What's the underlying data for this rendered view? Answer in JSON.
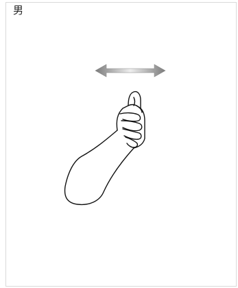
{
  "card": {
    "label": "男"
  },
  "illustration": {
    "arrow_icon": "double-headed-horizontal-arrow",
    "hand_icon": "thumbs-up-hand-with-forearm",
    "arrow_colors": {
      "edge": "#7b7b7b",
      "center": "#eeeeee"
    },
    "line_color": "#111111"
  }
}
